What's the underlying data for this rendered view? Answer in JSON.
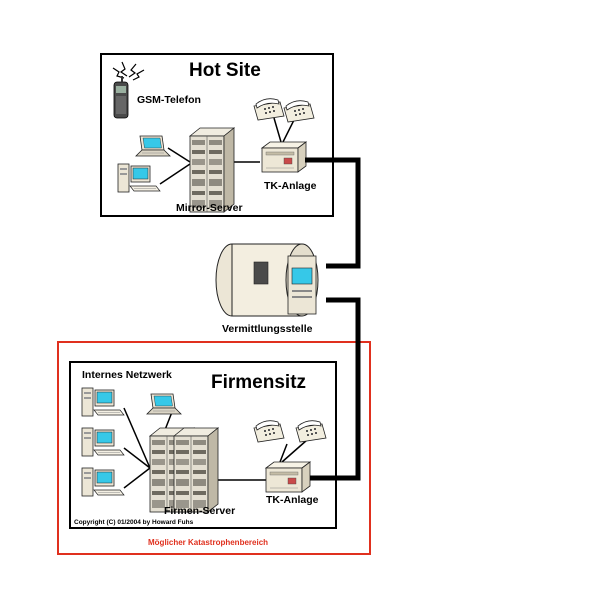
{
  "hot_site": {
    "title": "Hot Site",
    "gsm_label": "GSM-Telefon",
    "pbx_label": "TK-Anlage",
    "server_label": "Mirror-Server"
  },
  "exchange": {
    "label": "Vermittlungsstelle"
  },
  "headquarters": {
    "title": "Firmensitz",
    "network_label": "Internes Netzwerk",
    "server_label": "Firmen-Server",
    "pbx_label": "TK-Anlage",
    "copyright": "Copyright (C) 01/2004 by Howard Fuhs"
  },
  "disaster_zone": {
    "label": "Möglicher Katastrophenbereich",
    "border_color": "#e0301e"
  },
  "colors": {
    "device_beige": "#f0ead8",
    "screen_cyan": "#36c8e8",
    "link_black": "#000000"
  }
}
